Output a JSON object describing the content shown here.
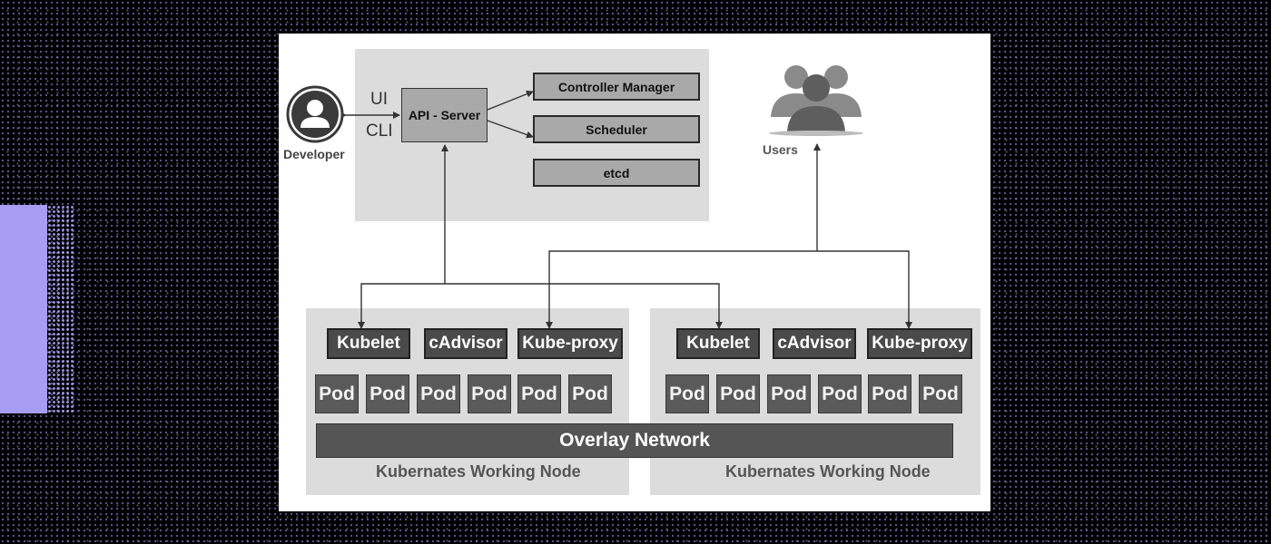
{
  "diagram": {
    "developer_label": "Developer",
    "ui_label": "UI",
    "cli_label": "CLI",
    "api_server_label": "API - Server",
    "controller_manager_label": "Controller Manager",
    "scheduler_label": "Scheduler",
    "etcd_label": "etcd",
    "users_label": "Users",
    "overlay_network_label": "Overlay Network",
    "nodes": [
      {
        "kubelet": "Kubelet",
        "cadvisor": "cAdvisor",
        "kube_proxy": "Kube-proxy",
        "pods": [
          "Pod",
          "Pod",
          "Pod",
          "Pod",
          "Pod",
          "Pod"
        ],
        "caption": "Kubernates Working Node"
      },
      {
        "kubelet": "Kubelet",
        "cadvisor": "cAdvisor",
        "kube_proxy": "Kube-proxy",
        "pods": [
          "Pod",
          "Pod",
          "Pod",
          "Pod",
          "Pod",
          "Pod"
        ],
        "caption": "Kubernates Working Node"
      }
    ],
    "colors": {
      "background": "#000000",
      "panel": "#ffffff",
      "region": "#dcdcdc",
      "control_box": "#a9a9a9",
      "node_box": "#4a4a4a",
      "pod": "#5a5a5a"
    }
  }
}
